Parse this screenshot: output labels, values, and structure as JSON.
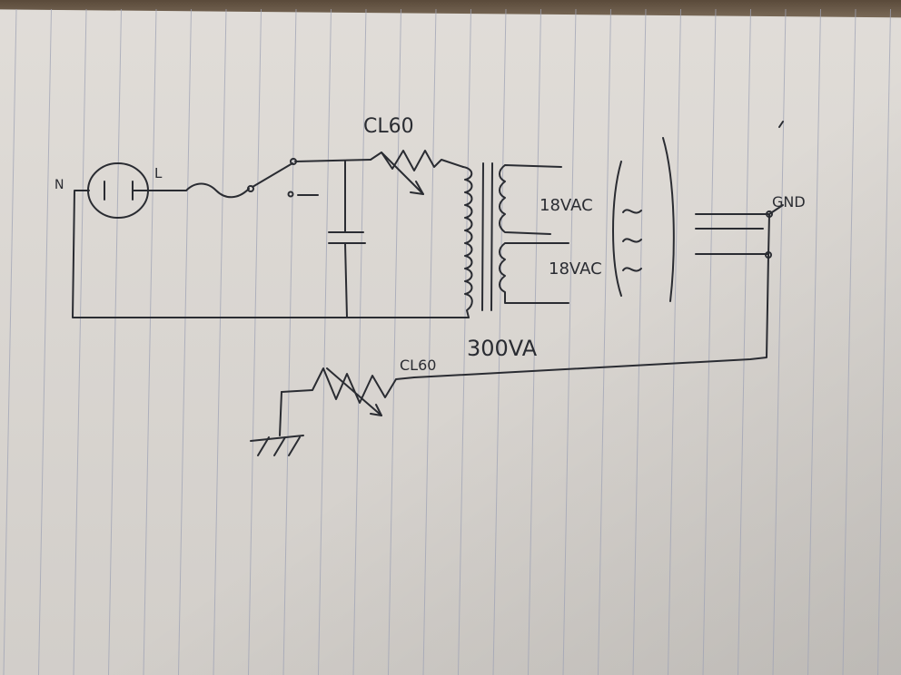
{
  "diagram": {
    "labels": {
      "neutral": "N",
      "live": "L",
      "ntc_top": "CL60",
      "ntc_bottom": "CL60",
      "secondary_1": "18VAC",
      "secondary_2": "18VAC",
      "transformer_rating": "300VA",
      "ground": "GND"
    },
    "colors": {
      "ink": "#2a2c32",
      "paper": "#dfdbd6",
      "rule_lines": "#9fa3b5"
    }
  }
}
